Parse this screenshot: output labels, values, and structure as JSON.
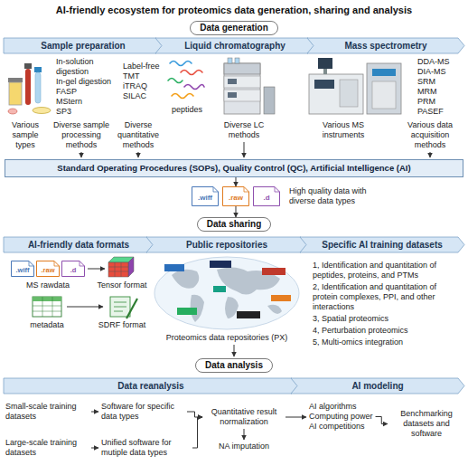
{
  "diagram": {
    "title": "AI-friendly ecosystem for proteomics data generation, sharing and analysis",
    "nodes": [
      {
        "text": [
          "Data generation"
        ]
      },
      {
        "text": [
          "Sample preparation"
        ]
      },
      {
        "text": [
          "Liquid chromatography"
        ]
      },
      {
        "text": [
          "Mass spectrometry"
        ]
      },
      {
        "text": [
          "Standard Operating Procedures (SOPs), Quality Control (QC), Artificial Intelligence (AI)"
        ]
      },
      {
        "text": [
          ".wiff"
        ]
      },
      {
        "text": [
          ".raw"
        ]
      },
      {
        "text": [
          ".d"
        ]
      },
      {
        "text": [
          "Data sharing"
        ]
      },
      {
        "text": [
          "AI-friendly data formats"
        ]
      },
      {
        "text": [
          "Public repositories"
        ]
      },
      {
        "text": [
          "Specific AI training datasets"
        ]
      },
      {
        "text": [
          ".wiff"
        ]
      },
      {
        "text": [
          ".raw"
        ]
      },
      {
        "text": [
          ".d"
        ]
      },
      {
        "text": [
          "Data analysis"
        ]
      },
      {
        "text": [
          "Data reanalysis"
        ]
      },
      {
        "text": [
          "AI modeling"
        ]
      }
    ],
    "edges": [
      {
        "from": 4,
        "to": 6,
        "arrow": "to"
      },
      {
        "from": 6,
        "to": 8,
        "arrow": "to"
      }
    ],
    "labels": [
      "In-solution digestion",
      "In-gel digestion",
      "FASP",
      "MStern",
      "SP3",
      "Label-free",
      "TMT",
      "iTRAQ",
      "SILAC",
      "peptides",
      "DDA-MS",
      "DIA-MS",
      "SRM",
      "MRM",
      "PRM",
      "PASEF",
      "Various sample types",
      "Diverse sample processing methods",
      "Diverse quantitative methods",
      "Diverse LC methods",
      "Various MS instruments",
      "Various data acquisition methods",
      "High quality data with diverse data types",
      "MS rawdata",
      "Tensor format",
      "metadata",
      "SDRF format",
      "Proteomics data repositories (PX)",
      "1, Identification and quantitation of peptides, proteins, and PTMs",
      "2, Identification and quantitation of protein complexes, PPI, and other interactions",
      "3, Spatial proteomics",
      "4, Perturbation proteomics",
      "5, Multi-omics integration",
      "Small-scale training datasets",
      "Large-scale training datasets",
      "Software for specific data types",
      "Unified software for mutiple data types",
      "Quantitative result normalization",
      "NA imputation",
      "AI algorithms",
      "Computing power",
      "AI competitions",
      "Benchmarking datasets and software"
    ]
  }
}
